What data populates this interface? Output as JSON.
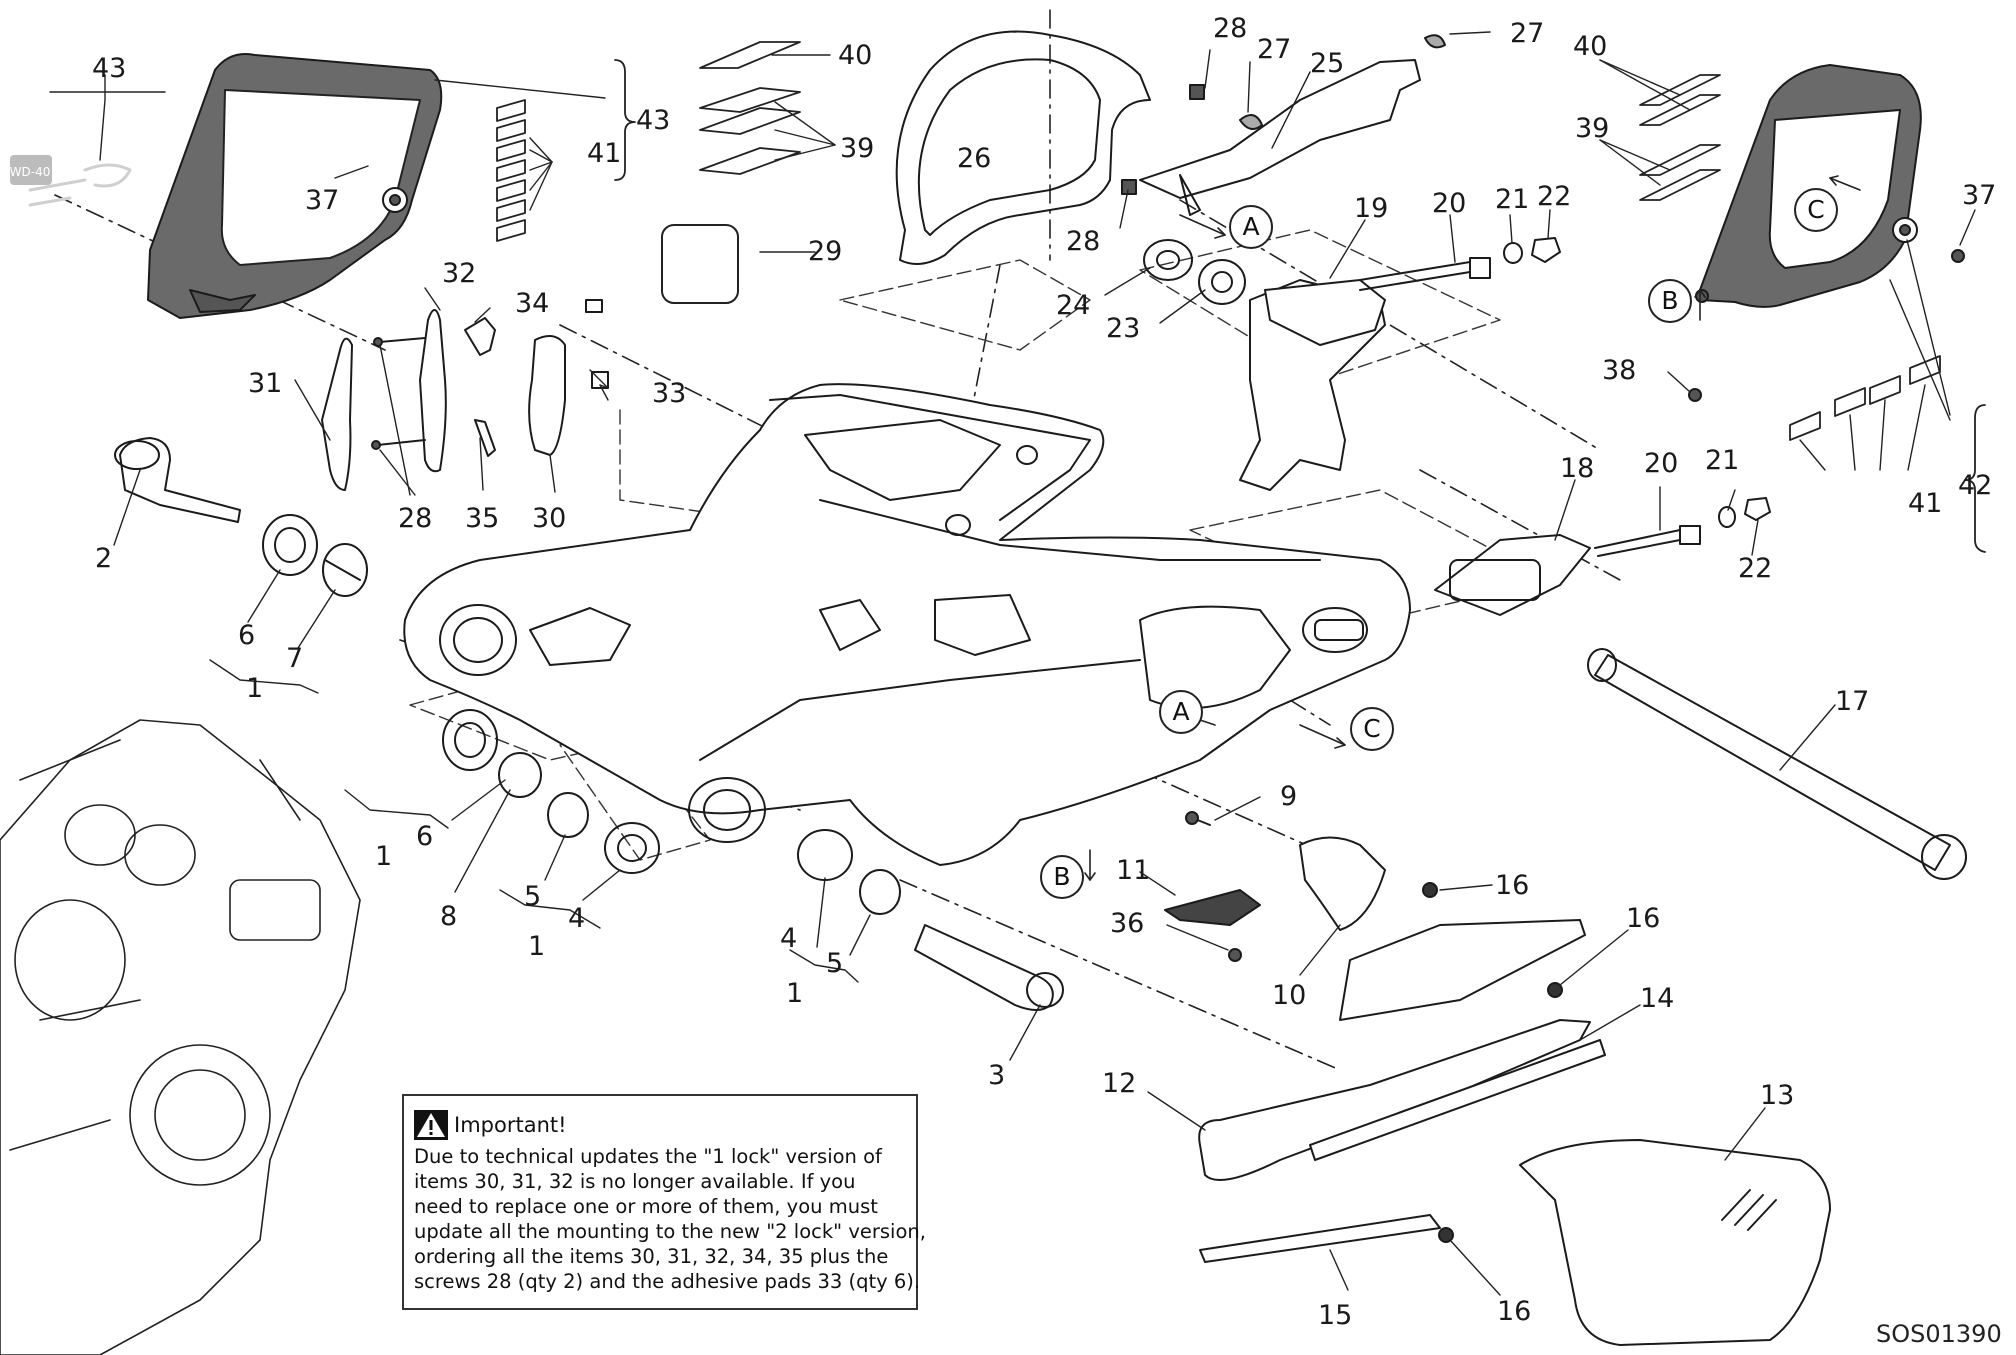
{
  "drawing_code": "SOS01390",
  "notice": {
    "title": "Important!",
    "lines": [
      "Due to technical updates the \"1 lock\" version of",
      "items 30, 31, 32 is no longer available. If you",
      "need to replace one or more of them, you must",
      "update all the mounting to the new \"2 lock\" version,",
      "ordering all the items 30, 31, 32, 34, 35 plus the",
      "screws 28 (qty 2) and the adhesive pads 33 (qty 6)."
    ]
  },
  "labels": [
    "43",
    "43",
    "40",
    "39",
    "41",
    "37",
    "29",
    "26",
    "28",
    "27",
    "25",
    "27",
    "28",
    "24",
    "23",
    "19",
    "20",
    "21",
    "22",
    "40",
    "39",
    "37",
    "38",
    "42",
    "41",
    "32",
    "34",
    "33",
    "31",
    "28",
    "35",
    "30",
    "2",
    "6",
    "7",
    "1",
    "18",
    "20",
    "21",
    "22",
    "17",
    "6",
    "1",
    "8",
    "5",
    "4",
    "1",
    "9",
    "11",
    "36",
    "16",
    "10",
    "4",
    "5",
    "1",
    "3",
    "16",
    "14",
    "12",
    "13",
    "16",
    "15"
  ],
  "markers": [
    "A",
    "A",
    "B",
    "B",
    "C",
    "C"
  ]
}
